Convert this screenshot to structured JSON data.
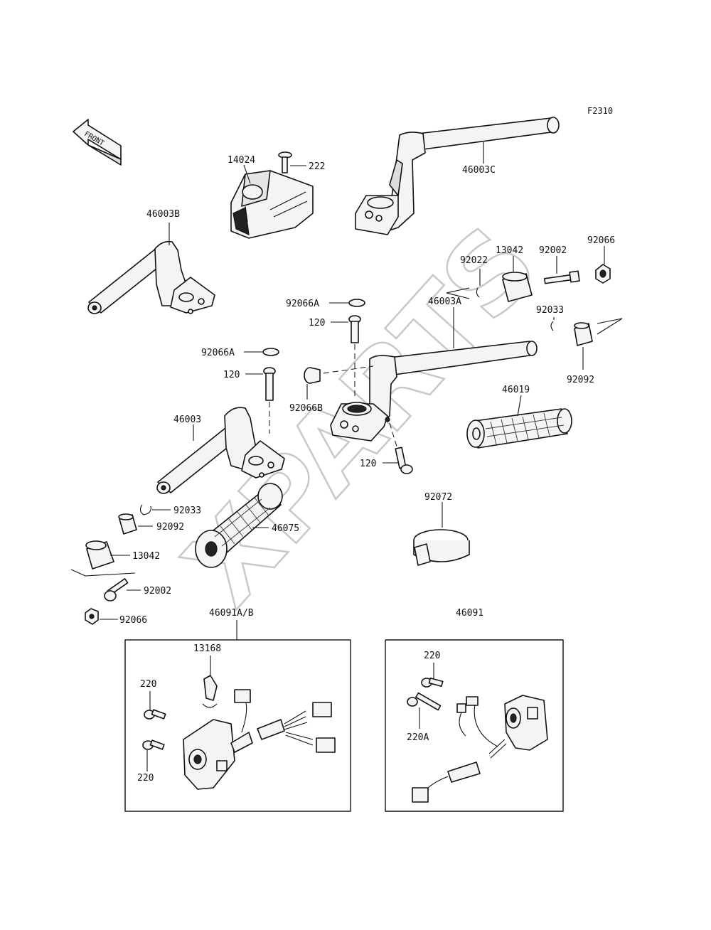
{
  "diagram_ref": "F2310",
  "front_arrow_label": "FRONT",
  "watermark": "XPARTS",
  "parts": {
    "p14024": "14024",
    "p222": "222",
    "p46003C": "46003C",
    "p46003B": "46003B",
    "p92022": "92022",
    "p13042_r": "13042",
    "p92002_r": "92002",
    "p92066_r": "92066",
    "p92066A_1": "92066A",
    "p120_1": "120",
    "p46003A": "46003A",
    "p92033_r": "92033",
    "p92092_r": "92092",
    "p92066A_2": "92066A",
    "p120_2": "120",
    "p92066B": "92066B",
    "p46019": "46019",
    "p46003": "46003",
    "p120_3": "120",
    "p92033_l": "92033",
    "p92092_l": "92092",
    "p46075": "46075",
    "p13042_l": "13042",
    "p92072": "92072",
    "p92002_l": "92002",
    "p92066_l": "92066",
    "p46091AB": "46091A/B",
    "p46091": "46091",
    "p13168": "13168",
    "p220_a": "220",
    "p220_b": "220",
    "p220_c": "220",
    "p220A": "220A"
  }
}
